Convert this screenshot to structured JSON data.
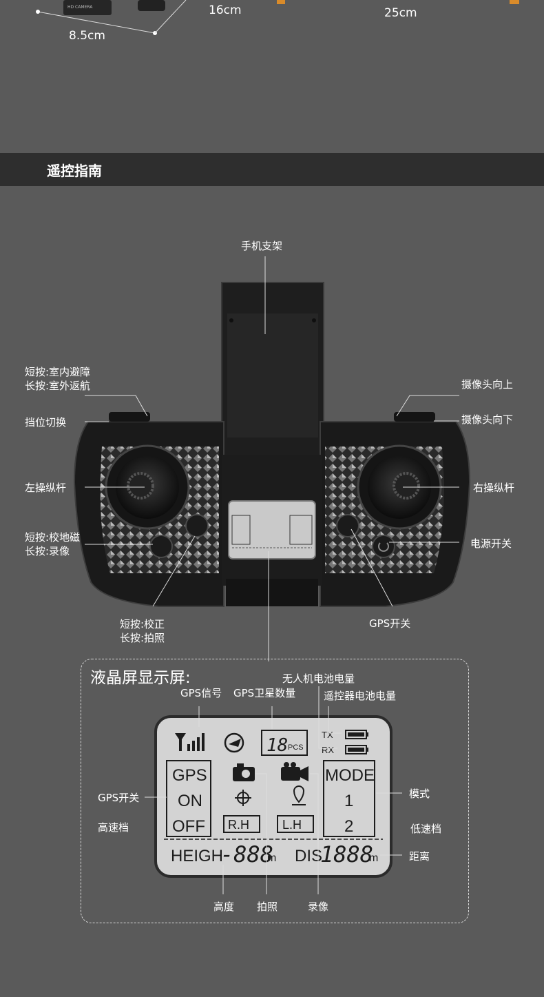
{
  "dimensions": {
    "width": "8.5cm",
    "length": "16cm",
    "span": "25cm"
  },
  "camera_text": "HD CAMERA",
  "section": {
    "title": "遥控指南"
  },
  "remote": {
    "phone_holder": "手机支架",
    "left_top_short": "短按:室内避障",
    "left_top_long": "长按:室外返航",
    "gear_switch": "挡位切换",
    "left_stick": "左操纵杆",
    "left_mid_short": "短按:校地磁",
    "left_mid_long": "长按:录像",
    "bottom_short": "短按:校正",
    "bottom_long": "长按:拍照",
    "camera_up": "摄像头向上",
    "camera_down": "摄像头向下",
    "right_stick": "右操纵杆",
    "power_switch": "电源开关",
    "gps_switch": "GPS开关"
  },
  "lcd": {
    "title": "液晶屏显示屏:",
    "drone_battery": "无人机电池电量",
    "gps_signal": "GPS信号",
    "gps_sat_count": "GPS卫星数量",
    "remote_battery": "遥控器电池电量",
    "gps_switch": "GPS开关",
    "high_speed": "高速档",
    "mode": "模式",
    "low_speed": "低速档",
    "distance": "距离",
    "height": "高度",
    "photo": "拍照",
    "video": "录像",
    "screen": {
      "sat_number": "18",
      "pcs": "PCS",
      "tx": "TX",
      "rx": "RX",
      "gps": "GPS",
      "on": "ON",
      "off": "OFF",
      "mode": "MODE",
      "mode_1": "1",
      "mode_2": "2",
      "rh": "R.H",
      "lh": "L.H",
      "heigh": "HEIGH",
      "heigh_value": "-888",
      "dis": "DIS",
      "dis_value": "1888",
      "unit_m": "m"
    }
  }
}
